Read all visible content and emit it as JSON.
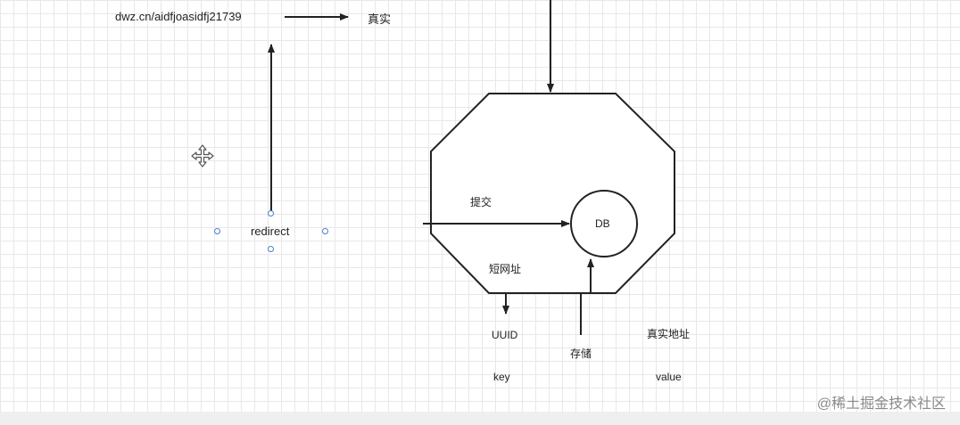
{
  "diagram": {
    "short_url_text": "dwz.cn/aidfjoasidfj21739",
    "real_label": "真实",
    "redirect_label": "redirect",
    "submit_label": "提交",
    "db_label": "DB",
    "short_address_label": "短网址",
    "uuid_label": "UUID",
    "store_label": "存储",
    "real_address_label": "真实地址",
    "key_label": "key",
    "value_label": "value"
  },
  "watermark": "@稀土掘金技术社区",
  "icons": {
    "move": "move-cursor-icon",
    "handle": "selection-handle-icon"
  },
  "colors": {
    "stroke": "#222222",
    "handle": "#4a7fd1",
    "grid": "#e8e8e8"
  }
}
